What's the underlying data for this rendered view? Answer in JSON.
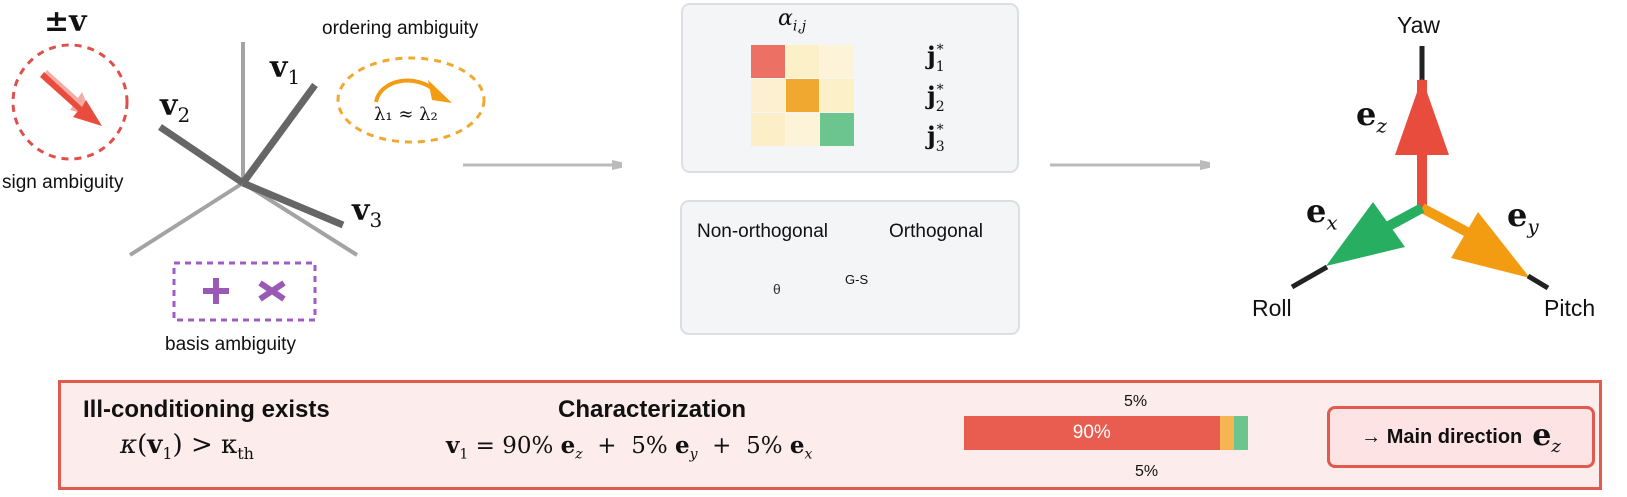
{
  "left": {
    "sign": {
      "symbol": "±v",
      "label": "sign ambiguity",
      "color": "#e74c3c"
    },
    "vectors": {
      "v1": "v",
      "v1_sub": "1",
      "v2": "v",
      "v2_sub": "2",
      "v3": "v",
      "v3_sub": "3"
    },
    "ordering": {
      "label": "ordering ambiguity",
      "expr": "λ₁ ≈ λ₂",
      "color": "#f39c12"
    },
    "basis": {
      "label": "basis ambiguity",
      "plus": "+",
      "times": "×",
      "color": "#9b59b6"
    }
  },
  "middle": {
    "matrix": {
      "title": "α",
      "title_sub": "i,j",
      "cells": [
        [
          "#ec7063",
          "#fcf0c8",
          "#fcf3d8"
        ],
        [
          "#fcf0d0",
          "#f0a830",
          "#fcf0c8"
        ],
        [
          "#fcefc8",
          "#fcf3d8",
          "#6cc58f"
        ]
      ],
      "outputs": [
        {
          "label": "j",
          "sub": "1",
          "sup": "*",
          "color": "#e74c3c"
        },
        {
          "label": "j",
          "sub": "2",
          "sup": "*",
          "color": "#f39c12"
        },
        {
          "label": "j",
          "sub": "3",
          "sup": "*",
          "color": "#27ae60"
        }
      ]
    },
    "gs": {
      "left_label": "Non-orthogonal",
      "right_label": "Orthogonal",
      "arrow_label": "G-S",
      "angle_label": "θ"
    }
  },
  "right": {
    "axes": [
      {
        "name": "Yaw",
        "vector": "e",
        "sub": "z",
        "color": "#e74c3c"
      },
      {
        "name": "Pitch",
        "vector": "e",
        "sub": "y",
        "color": "#f39c12"
      },
      {
        "name": "Roll",
        "vector": "e",
        "sub": "x",
        "color": "#27ae60"
      }
    ]
  },
  "bottom": {
    "ill": {
      "title": "Ill-conditioning exists",
      "expr_kappa": "κ",
      "expr_arg": "v",
      "expr_sub": "1",
      "expr_rhs": "> κ",
      "expr_rhs_sub": "th"
    },
    "char": {
      "title": "Characterization",
      "lhs": "v",
      "lhs_sub": "1",
      "terms": [
        {
          "pct": "90%",
          "vec": "e",
          "sub": "z"
        },
        {
          "pct": "5%",
          "vec": "e",
          "sub": "y"
        },
        {
          "pct": "5%",
          "vec": "e",
          "sub": "x"
        }
      ]
    },
    "bar": {
      "segments": [
        {
          "label": "90%",
          "value": 90,
          "color": "#e85d50"
        },
        {
          "label": "5%",
          "value": 5,
          "color": "#f7b453"
        },
        {
          "label": "5%",
          "value": 5,
          "color": "#6cc58f"
        }
      ],
      "top_label": "5%",
      "bottom_label": "5%"
    },
    "main_direction": {
      "label": "→ Main direction",
      "vec": "e",
      "sub": "z"
    }
  }
}
